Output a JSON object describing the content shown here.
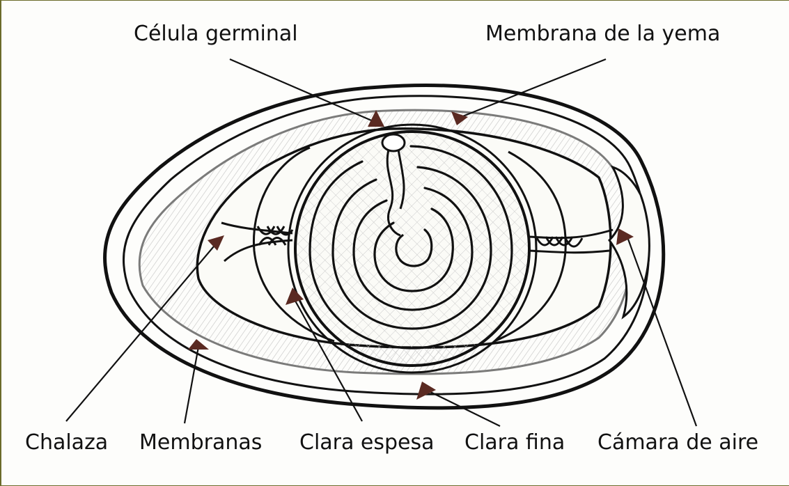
{
  "labels": {
    "celula_germinal": "Célula germinal",
    "membrana_yema": "Membrana de la yema",
    "chalaza": "Chalaza",
    "membranas": "Membranas",
    "clara_espesa": "Clara espesa",
    "clara_fina": "Clara fina",
    "camara_aire": "Cámara de aire"
  },
  "colors": {
    "ink": "#111111",
    "arrow": "#5a2a22",
    "shading": "#8a8a8a",
    "frame": "#6b6b2a"
  }
}
